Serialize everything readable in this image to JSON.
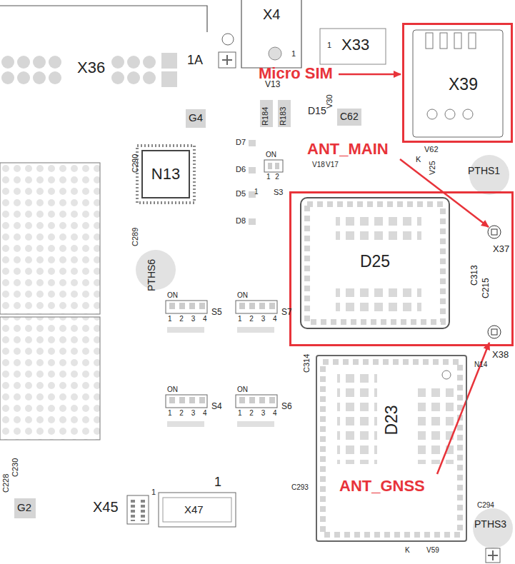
{
  "diagram": {
    "nodes": [
      {
        "text": [
          "X39"
        ]
      },
      {
        "text": [
          "X37",
          "X38"
        ]
      },
      {
        "text": [
          "D25"
        ],
        "in": 1
      },
      {
        "text": [
          "N13"
        ]
      },
      {
        "text": [
          "D23"
        ]
      }
    ],
    "labels": [
      "X4",
      "1",
      "1",
      "X33",
      "1A",
      "X36",
      "Micro SIM",
      "V13",
      "R184",
      "R183",
      "D15",
      "V30",
      "C62",
      "G4",
      "C290",
      "D7",
      "D6",
      "D5",
      "D8",
      "ON",
      "1 2",
      "1",
      "S3",
      "C289",
      "ANT_MAIN",
      "K",
      "V62",
      "V25",
      "PTHS1",
      "V18",
      "V17",
      "C215",
      "C313",
      "PTHS6",
      "ON",
      "1 2 3 4",
      "S5",
      "ON",
      "1 2 3 4",
      "S7",
      "C314",
      "N14",
      "ON",
      "1 2 3 4",
      "S4",
      "ON",
      "1 2 3 4",
      "S6",
      "C293",
      "ANT_GNSS",
      "X45",
      "1",
      "1",
      "X47",
      "C230",
      "C228",
      "G2",
      "PTHS3",
      "C294",
      "K",
      "V59"
    ]
  }
}
